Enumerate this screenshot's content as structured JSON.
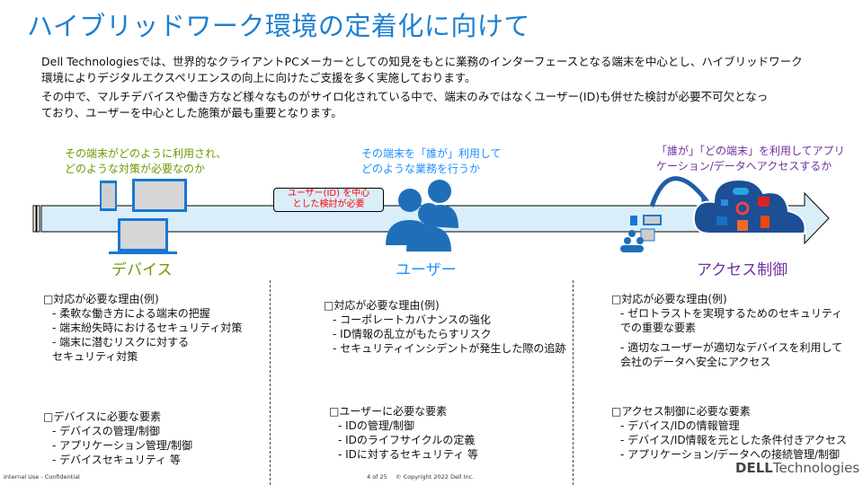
{
  "title": "ハイブリッドワーク環境の定着化に向けて",
  "intro": [
    "Dell Technologiesでは、世界的なクライアントPCメーカーとしての知見をもとに業務のインターフェースとなる端末を中心とし、ハイブリッドワーク",
    "環境によりデジタルエクスペリエンスの向上に向けたご支援を多く実施しております。",
    "その中で、マルチデバイスや働き方など様々なものがサイロ化されている中で、端末のみではなくユーザー(ID)も併せた検討が必要不可欠となっ",
    "ており、ユーザーを中心とした施策が最も重要となります。"
  ],
  "colors": {
    "title": "#1e7fd0",
    "device": "#6a9a00",
    "user": "#1e90ff",
    "access": "#7030a0",
    "callout": "#ff0000",
    "band": "#d9eef9"
  },
  "diagram": {
    "device_note": [
      "その端末がどのように利用され、",
      "どのような対策が必要なのか"
    ],
    "user_note": [
      "その端末を「誰が」利用して",
      "どのような業務を行うか"
    ],
    "access_note": [
      "「誰が」「どの端末」を利用してアプリ",
      "ケーション/データへアクセスするか"
    ],
    "callout": [
      "ユーザー(ID) を中心",
      "とした検討が必要"
    ],
    "device_label": "デバイス",
    "user_label": "ユーザー",
    "access_label": "アクセス制御"
  },
  "columns": [
    {
      "reason_title": "□対応が必要な理由(例)",
      "reasons": [
        "- 柔軟な働き方による端末の把握",
        "- 端末紛失時におけるセキュリティ対策",
        "- 端末に潜むリスクに対する",
        "  セキュリティ対策"
      ],
      "req_title": "□デバイスに必要な要素",
      "reqs": [
        "- デバイスの管理/制御",
        "- アプリケーション管理/制御",
        "- デバイスセキュリティ 等"
      ]
    },
    {
      "reason_title": "□対応が必要な理由(例)",
      "reasons": [
        "- コーポレートカバナンスの強化",
        "- ID情報の乱立がもたらすリスク",
        "- セキュリティインシデントが発生した際の追跡"
      ],
      "req_title": "□ユーザーに必要な要素",
      "reqs": [
        "- IDの管理/制御",
        "- IDのライフサイクルの定義",
        "- IDに対するセキュリティ 等"
      ]
    },
    {
      "reason_title": "□対応が必要な理由(例)",
      "reasons": [
        "- ゼロトラストを実現するためのセキュリティ",
        "  での重要な要素",
        "- 適切なユーザーが適切なデバイスを利用して",
        "  会社のデータへ安全にアクセス"
      ],
      "req_title": "□アクセス制御に必要な要素",
      "reqs": [
        "- デバイス/IDの情報管理",
        "- デバイス/ID情報を元とした条件付きアクセス",
        "- アプリケーション/データへの接続管理/制御"
      ]
    }
  ],
  "footer": {
    "classification": "Internal Use - Confidential",
    "page": "4 of 25",
    "copyright": "© Copyright 2022 Dell Inc.",
    "logo": "DELL Technologies"
  }
}
